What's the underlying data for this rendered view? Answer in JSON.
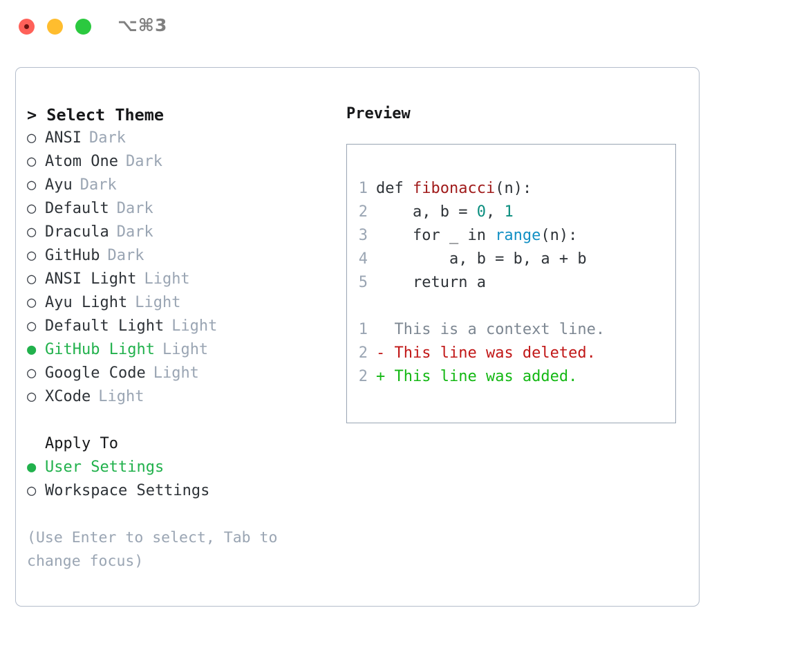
{
  "window": {
    "title": "⌥⌘3",
    "traffic_lights": [
      "close-red",
      "minimize-yellow",
      "maximize-green"
    ]
  },
  "theme_selector": {
    "heading": "> Select Theme",
    "markers": {
      "selected": "●",
      "unselected": "○"
    },
    "accent_color": "#21b14c",
    "tag_color": "#9aa5b3",
    "items": [
      {
        "label": "ANSI",
        "tag": "Dark",
        "selected": false
      },
      {
        "label": "Atom One",
        "tag": "Dark",
        "selected": false
      },
      {
        "label": "Ayu",
        "tag": "Dark",
        "selected": false
      },
      {
        "label": "Default",
        "tag": "Dark",
        "selected": false
      },
      {
        "label": "Dracula",
        "tag": "Dark",
        "selected": false
      },
      {
        "label": "GitHub",
        "tag": "Dark",
        "selected": false
      },
      {
        "label": "ANSI Light",
        "tag": "Light",
        "selected": false
      },
      {
        "label": "Ayu Light",
        "tag": "Light",
        "selected": false
      },
      {
        "label": "Default Light",
        "tag": "Light",
        "selected": false
      },
      {
        "label": "GitHub Light",
        "tag": "Light",
        "selected": true
      },
      {
        "label": "Google Code",
        "tag": "Light",
        "selected": false
      },
      {
        "label": "XCode",
        "tag": "Light",
        "selected": false
      }
    ]
  },
  "apply_to": {
    "heading": "Apply To",
    "items": [
      {
        "label": "User Settings",
        "selected": true
      },
      {
        "label": "Workspace Settings",
        "selected": false
      }
    ]
  },
  "hint": "(Use Enter to select, Tab to change focus)",
  "preview": {
    "title": "Preview",
    "code_lines": [
      {
        "number": "1",
        "tokens": [
          {
            "text": "def ",
            "style": "plain"
          },
          {
            "text": "fibonacci",
            "style": "fn"
          },
          {
            "text": "(n):",
            "style": "plain"
          }
        ]
      },
      {
        "number": "2",
        "tokens": [
          {
            "text": "    a, b = ",
            "style": "plain"
          },
          {
            "text": "0",
            "style": "num"
          },
          {
            "text": ", ",
            "style": "plain"
          },
          {
            "text": "1",
            "style": "num"
          }
        ]
      },
      {
        "number": "3",
        "tokens": [
          {
            "text": "    for _ in ",
            "style": "plain"
          },
          {
            "text": "range",
            "style": "call"
          },
          {
            "text": "(n):",
            "style": "plain"
          }
        ]
      },
      {
        "number": "4",
        "tokens": [
          {
            "text": "        a, b = b, a + b",
            "style": "plain"
          }
        ]
      },
      {
        "number": "5",
        "tokens": [
          {
            "text": "    return a",
            "style": "plain"
          }
        ]
      }
    ],
    "diff_lines": [
      {
        "number": "1",
        "prefix": "  ",
        "text": "This is a context line.",
        "kind": "context"
      },
      {
        "number": "2",
        "prefix": "- ",
        "text": "This line was deleted.",
        "kind": "deleted"
      },
      {
        "number": "2",
        "prefix": "+ ",
        "text": "This line was added.",
        "kind": "added"
      }
    ],
    "syntax_colors": {
      "function": "#a01b1b",
      "number": "#098d7e",
      "call": "#1290c4",
      "plain": "#2e3338",
      "line_number": "#9aa5b3",
      "diff_context": "#7d8792",
      "diff_deleted": "#c11717",
      "diff_added": "#14b814"
    }
  }
}
